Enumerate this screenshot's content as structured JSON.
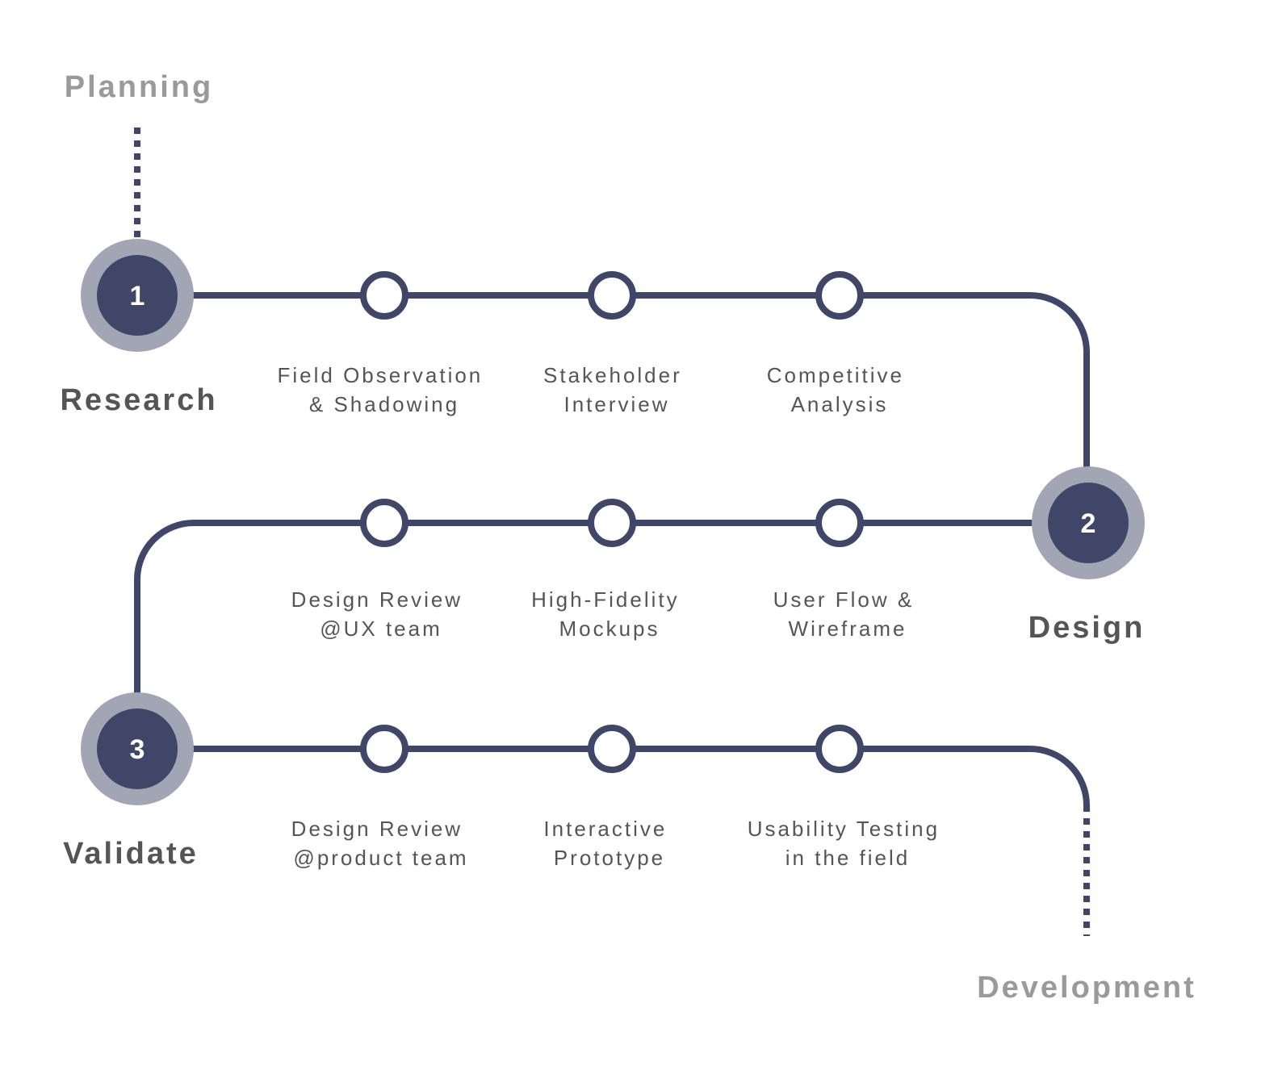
{
  "colors": {
    "line": "#3f4668",
    "halo": "#a2a5b4",
    "phase_text": "#555555",
    "endpoint_text": "#9a9a9a",
    "number_text": "#ffffff",
    "node_fill": "#ffffff",
    "background": "#ffffff"
  },
  "endpoints": {
    "start": "Planning",
    "end": "Development"
  },
  "phases": [
    {
      "number": "1",
      "label": "Research"
    },
    {
      "number": "2",
      "label": "Design"
    },
    {
      "number": "3",
      "label": "Validate"
    }
  ],
  "rows": [
    {
      "steps": [
        {
          "line1": "Field Observation",
          "line2": "& Shadowing"
        },
        {
          "line1": "Stakeholder",
          "line2": "Interview"
        },
        {
          "line1": "Competitive",
          "line2": "Analysis"
        }
      ]
    },
    {
      "steps": [
        {
          "line1": "Design Review",
          "line2": "@UX team"
        },
        {
          "line1": "High-Fidelity",
          "line2": "Mockups"
        },
        {
          "line1": "User Flow &",
          "line2": "Wireframe"
        }
      ]
    },
    {
      "steps": [
        {
          "line1": "Design Review",
          "line2": "@product team"
        },
        {
          "line1": "Interactive",
          "line2": "Prototype"
        },
        {
          "line1": "Usability Testing",
          "line2": "in the field"
        }
      ]
    }
  ]
}
